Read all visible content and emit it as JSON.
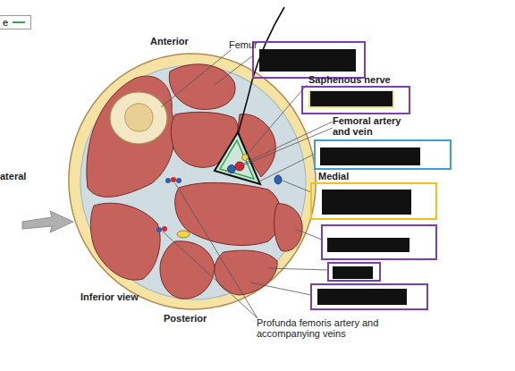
{
  "diagram": {
    "labels": [
      "Anterior",
      "Femur",
      "Saphenous nerve",
      "Femoral artery and vein",
      "Medial",
      "ateral",
      "Inferior view",
      "Posterior",
      "Profunda femoris artery and accompanying veins"
    ],
    "legend": [
      {
        "text": "e"
      }
    ]
  }
}
